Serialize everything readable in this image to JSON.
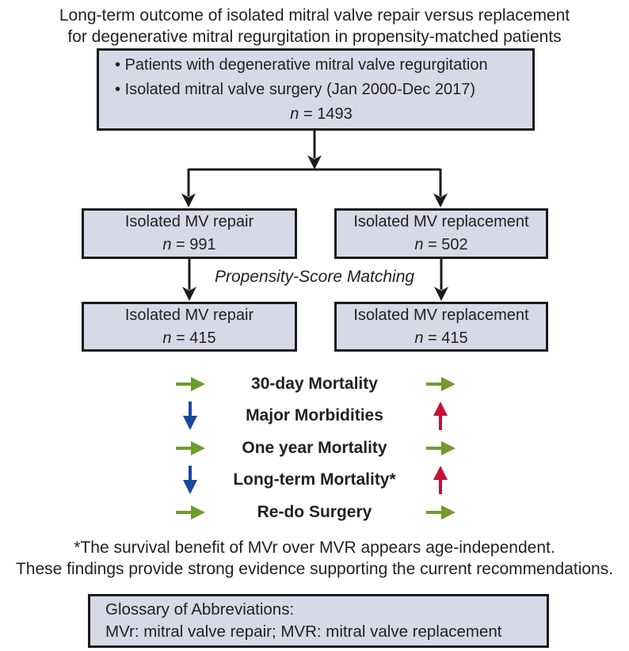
{
  "title": {
    "line1": "Long-term outcome of isolated mitral valve repair versus replacement",
    "line2": "for degenerative mitral regurgitation in propensity-matched patients"
  },
  "colors": {
    "box_fill": "#d6d9e7",
    "line_black": "#1b1b1b",
    "arrow_green": "#6f9c2d",
    "arrow_blue": "#17499d",
    "arrow_red": "#c41236"
  },
  "top_box": {
    "bullet1": "Patients with degenerative mitral valve regurgitation",
    "bullet2": "Isolated mitral valve surgery (Jan 2000-Dec 2017)",
    "n_italic": "n",
    "n_rest": " = 1493"
  },
  "row1": {
    "left": {
      "title": "Isolated MV repair",
      "n_italic": "n",
      "n_rest": " = 991"
    },
    "right": {
      "title": "Isolated MV replacement",
      "n_italic": "n",
      "n_rest": " = 502"
    }
  },
  "matching_label": "Propensity-Score Matching",
  "row2": {
    "left": {
      "title": "Isolated MV repair",
      "n_italic": "n",
      "n_rest": " = 415"
    },
    "right": {
      "title": "Isolated MV replacement",
      "n_italic": "n",
      "n_rest": " = 415"
    }
  },
  "outcomes": {
    "rows": [
      {
        "label": "30-day Mortality",
        "left_arrow": "arrow right green",
        "right_arrow": "arrow right green"
      },
      {
        "label": "Major Morbidities",
        "left_arrow": "arrow down blue",
        "right_arrow": "arrow up red"
      },
      {
        "label": "One year Mortality",
        "left_arrow": "arrow right green",
        "right_arrow": "arrow right green"
      },
      {
        "label": "Long-term Mortality*",
        "left_arrow": "arrow down blue",
        "right_arrow": "arrow up red"
      },
      {
        "label": "Re-do Surgery",
        "left_arrow": "arrow right green",
        "right_arrow": "arrow right green"
      }
    ]
  },
  "footnote": {
    "line1": "*The survival benefit of MVr over MVR appears age-independent.",
    "line2": "These findings provide strong evidence supporting the current recommendations."
  },
  "glossary": {
    "line1": "Glossary of Abbreviations:",
    "line2": "MVr: mitral valve repair; MVR: mitral valve replacement"
  }
}
